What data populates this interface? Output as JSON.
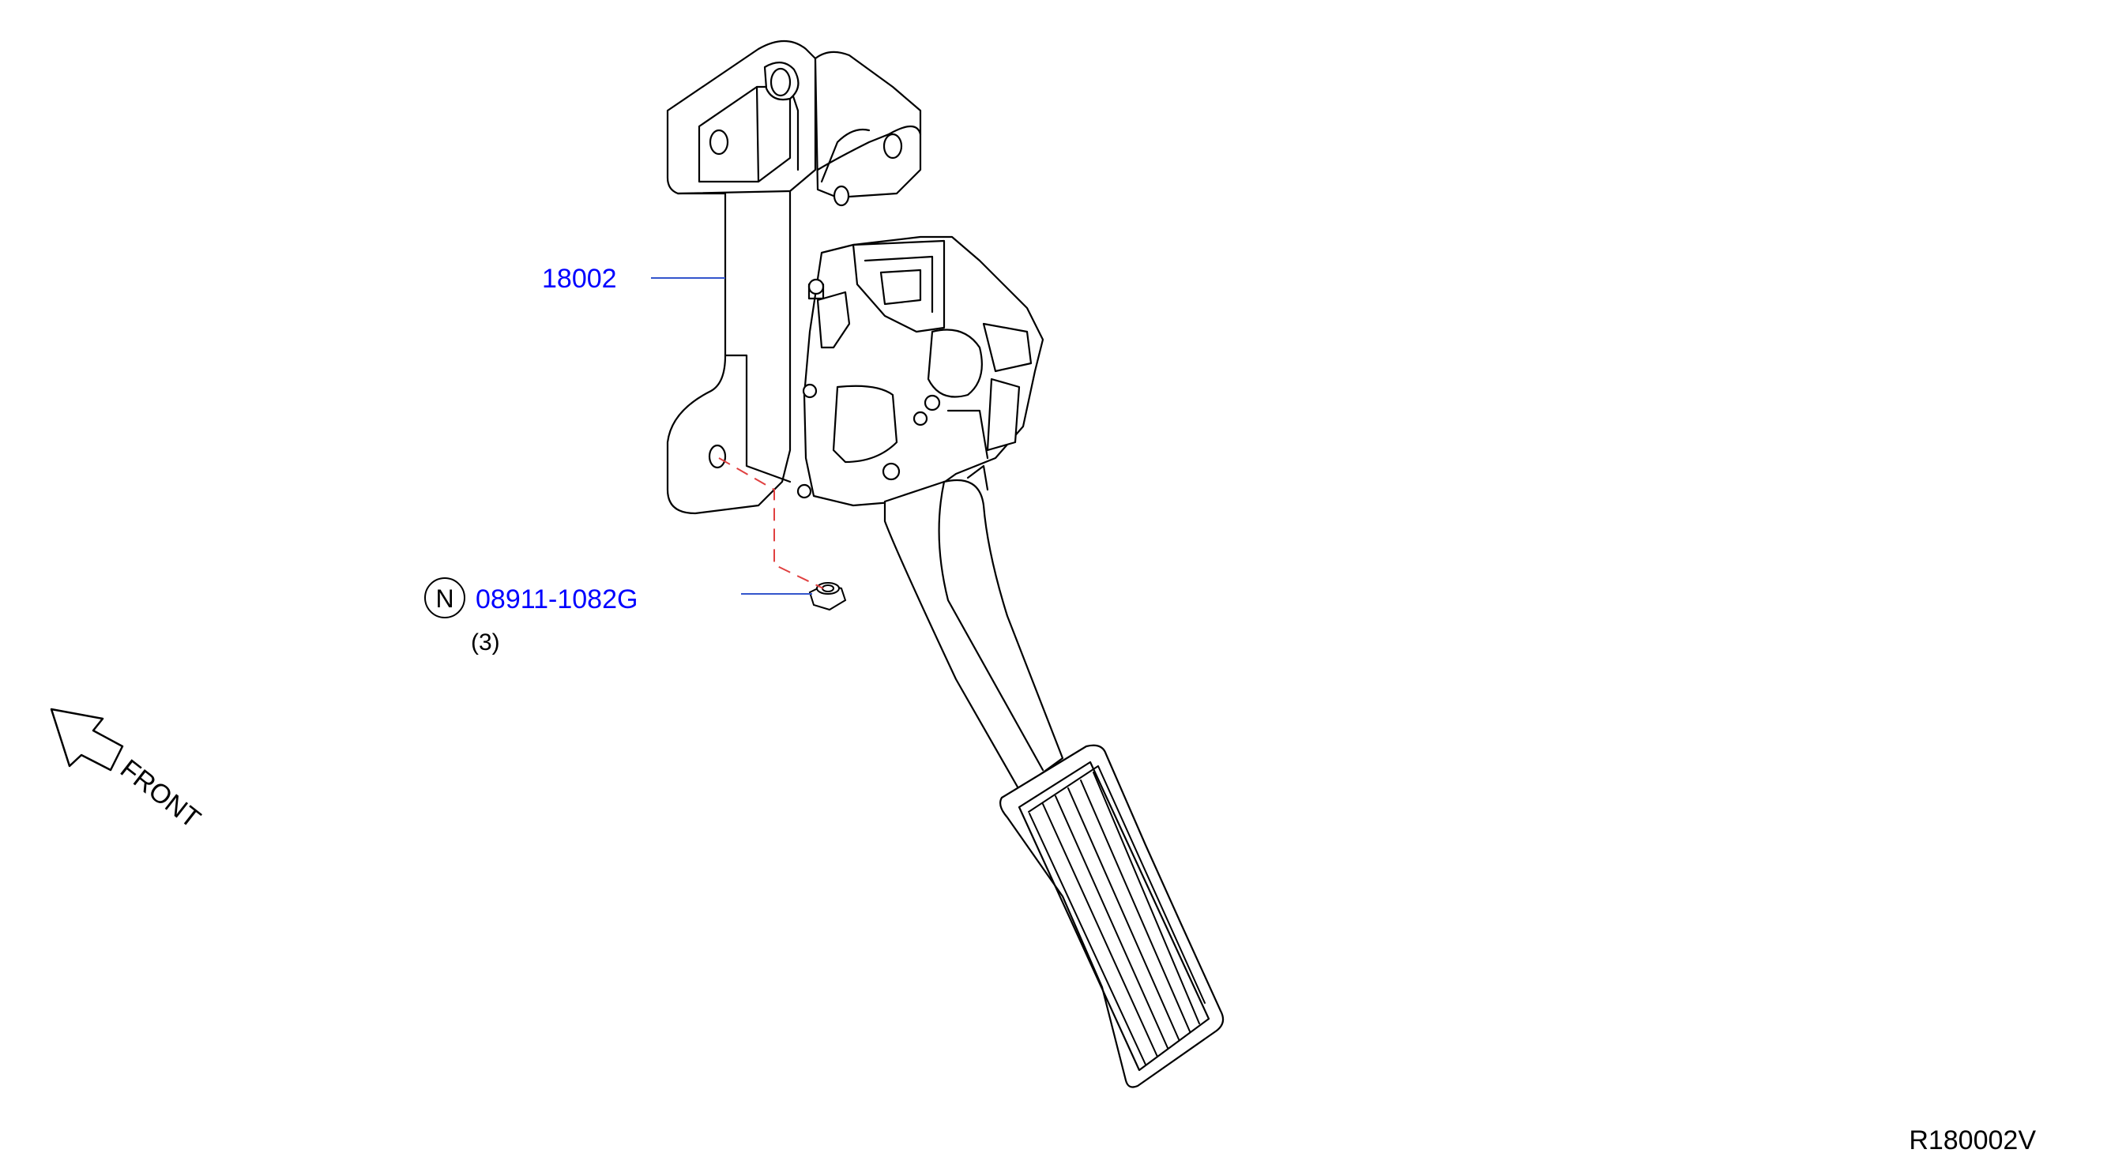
{
  "parts": [
    {
      "id": "part-18002",
      "number": "18002"
    },
    {
      "id": "part-08911-1082G",
      "prefix": "N",
      "number": "08911-1082G",
      "quantity": "(3)"
    }
  ],
  "direction": {
    "label": "FRONT"
  },
  "diagram_code": "R180002V",
  "colors": {
    "link": "#0000ff",
    "leader": "#3355cc",
    "dash": "#e04040",
    "line": "#000000"
  }
}
